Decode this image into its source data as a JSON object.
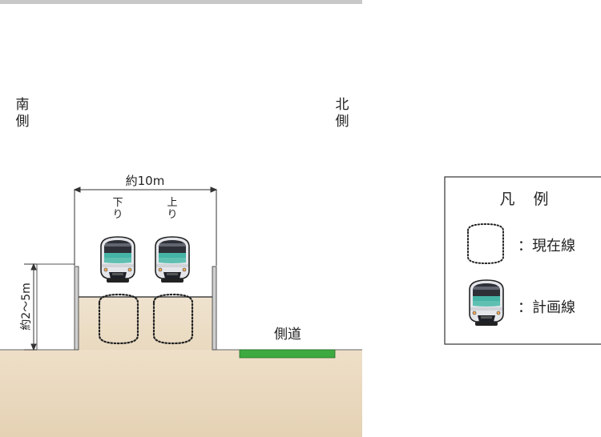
{
  "direction": {
    "south": [
      "南",
      "側"
    ],
    "north": [
      "北",
      "側"
    ]
  },
  "dimensions": {
    "width": "約10m",
    "depth": "約2～5m"
  },
  "tracks": {
    "down": [
      "下",
      "り"
    ],
    "up": [
      "上",
      "り"
    ]
  },
  "side_road": "側道",
  "legend": {
    "title_chars": [
      "凡",
      "例"
    ],
    "existing_line": "：現在線",
    "planned_line": "：計画線"
  },
  "colors": {
    "ground_top": "#eedfc8",
    "ground_bottom": "#e5d2b4",
    "side_road": "#3daa3f",
    "top_bar": "#c8c8c8",
    "train_teal": "#45b3a5"
  },
  "icons": {
    "train": "train-front-icon",
    "existing": "dotted-tunnel-outline-icon"
  }
}
